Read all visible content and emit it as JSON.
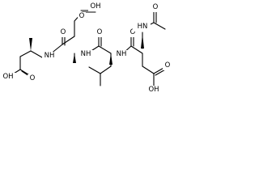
{
  "atom_labels": {
    "oh_top": "OH",
    "o_top_carbonyl": "O",
    "o_amide_1": "O",
    "o_amide_2": "O",
    "o_amide_3": "O",
    "o_acetyl": "O",
    "nh_1": "NH",
    "nh_2": "NH",
    "nh_3": "NH",
    "hn_acetyl": "HN",
    "oh_left": "OH",
    "o_left_carbonyl": "O",
    "oh_bottom": "OH",
    "o_bottom_carbonyl": "O"
  }
}
